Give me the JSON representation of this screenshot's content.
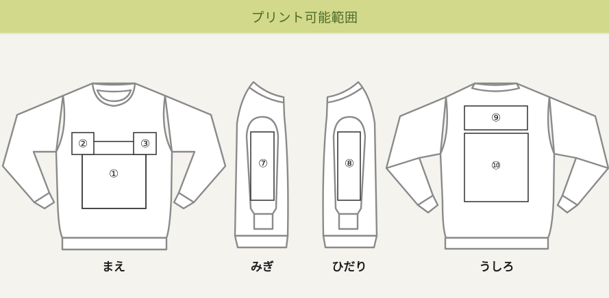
{
  "header": {
    "title": "プリント可能範囲",
    "background": "#d2d98a",
    "text_color": "#4d6b2a"
  },
  "views": [
    {
      "id": "front",
      "label": "まえ"
    },
    {
      "id": "right",
      "label": "みぎ"
    },
    {
      "id": "left",
      "label": "ひだり"
    },
    {
      "id": "back",
      "label": "うしろ"
    }
  ],
  "print_areas": {
    "front_center": "①",
    "front_left_chest": "②",
    "front_right_chest": "③",
    "right_sleeve": "⑦",
    "left_sleeve": "⑧",
    "back_upper": "⑨",
    "back_center": "⑩"
  },
  "colors": {
    "page_background": "#f4f3ee",
    "garment_fill": "#ffffff",
    "garment_outline": "#8a8a8a",
    "area_outline": "#2e2e2e"
  }
}
